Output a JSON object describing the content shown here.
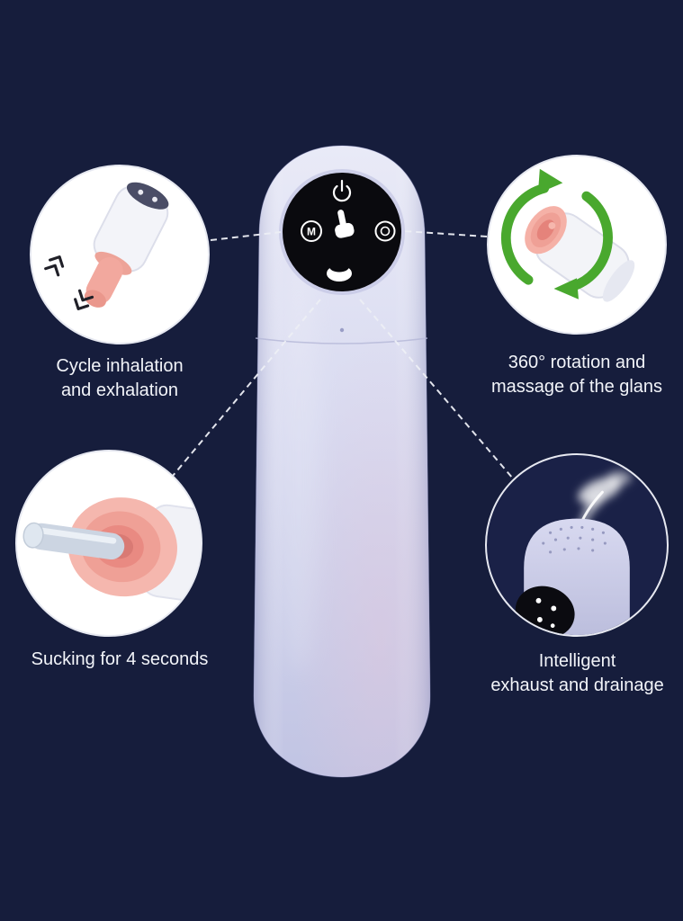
{
  "page": {
    "background": "#161d3c",
    "description": "Product feature diagram with four circular callouts around a handheld device"
  },
  "device": {
    "name": "Handheld automatic device",
    "panel": {
      "mode_label": "M",
      "icons": [
        "power-icon",
        "mode-icon",
        "touch-icon",
        "rotate-icon",
        "suction-icon"
      ]
    },
    "colors": {
      "body_light": "#e9eaf7",
      "body_mid": "#d8daf0",
      "body_dark": "#c1c4e3",
      "panel_bg": "#0a0a0e",
      "icon": "#ffffff"
    }
  },
  "callouts": [
    {
      "position": "top-left",
      "label": "Cycle inhalation\nand exhalation"
    },
    {
      "position": "top-right",
      "label": "360° rotation and\nmassage of the glans"
    },
    {
      "position": "bottom-left",
      "label": "Sucking for 4 seconds"
    },
    {
      "position": "bottom-right",
      "label": "Intelligent\nexhaust and drainage"
    }
  ],
  "palette": {
    "text": "#f2f4f9",
    "connector": "#edeff6",
    "callout_bg": "#ffffff",
    "callout_border": "#e7e9f1",
    "pink": "#f2a89e",
    "pink_dark": "#ea978c",
    "green": "#49a82e",
    "mist_bg": "#1a2147"
  }
}
